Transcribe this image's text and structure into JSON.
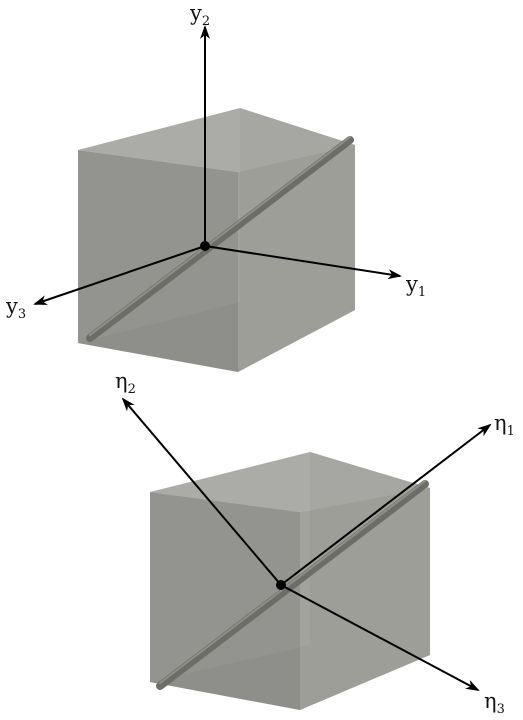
{
  "figures": [
    {
      "id": "top-cube",
      "axes": [
        {
          "name": "y1",
          "base": "y",
          "subscript": "1"
        },
        {
          "name": "y2",
          "base": "y",
          "subscript": "2"
        },
        {
          "name": "y3",
          "base": "y",
          "subscript": "3"
        }
      ]
    },
    {
      "id": "bottom-cube",
      "axes": [
        {
          "name": "eta1",
          "base": "η",
          "subscript": "1"
        },
        {
          "name": "eta2",
          "base": "η",
          "subscript": "2"
        },
        {
          "name": "eta3",
          "base": "η",
          "subscript": "3"
        }
      ]
    }
  ],
  "colors": {
    "cube_front": "#8a8b85",
    "cube_top": "#a4a5a0",
    "cube_side": "#9a9b95",
    "cube_inner": "#b4b5ae",
    "fiber": "#6c6d67",
    "fiber_highlight": "#8e8f89",
    "axis": "#000000"
  }
}
